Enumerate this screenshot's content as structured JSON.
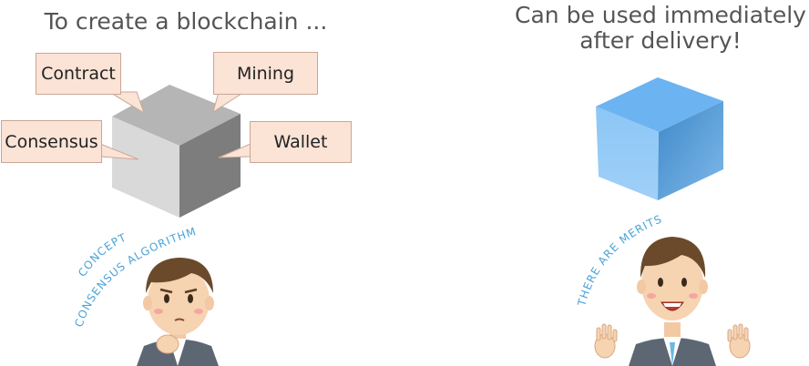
{
  "left_panel": {
    "title": "To create a blockchain ...",
    "callouts": {
      "contract": "Contract",
      "mining": "Mining",
      "consensus": "Consensus",
      "wallet": "Wallet"
    },
    "thought_lines": [
      "CONCEPT",
      "CONSENSUS ALGORITHM"
    ]
  },
  "right_panel": {
    "title_line1": "Can be used immediately",
    "title_line2": "after delivery!",
    "thought_line": "THERE ARE MERITS"
  },
  "colors": {
    "callout_bg": "#fbe3d6",
    "cube_gray_top": "#b3b3b3",
    "cube_blue_top": "#6cb3f2",
    "arc_text": "#4aa3d8"
  }
}
